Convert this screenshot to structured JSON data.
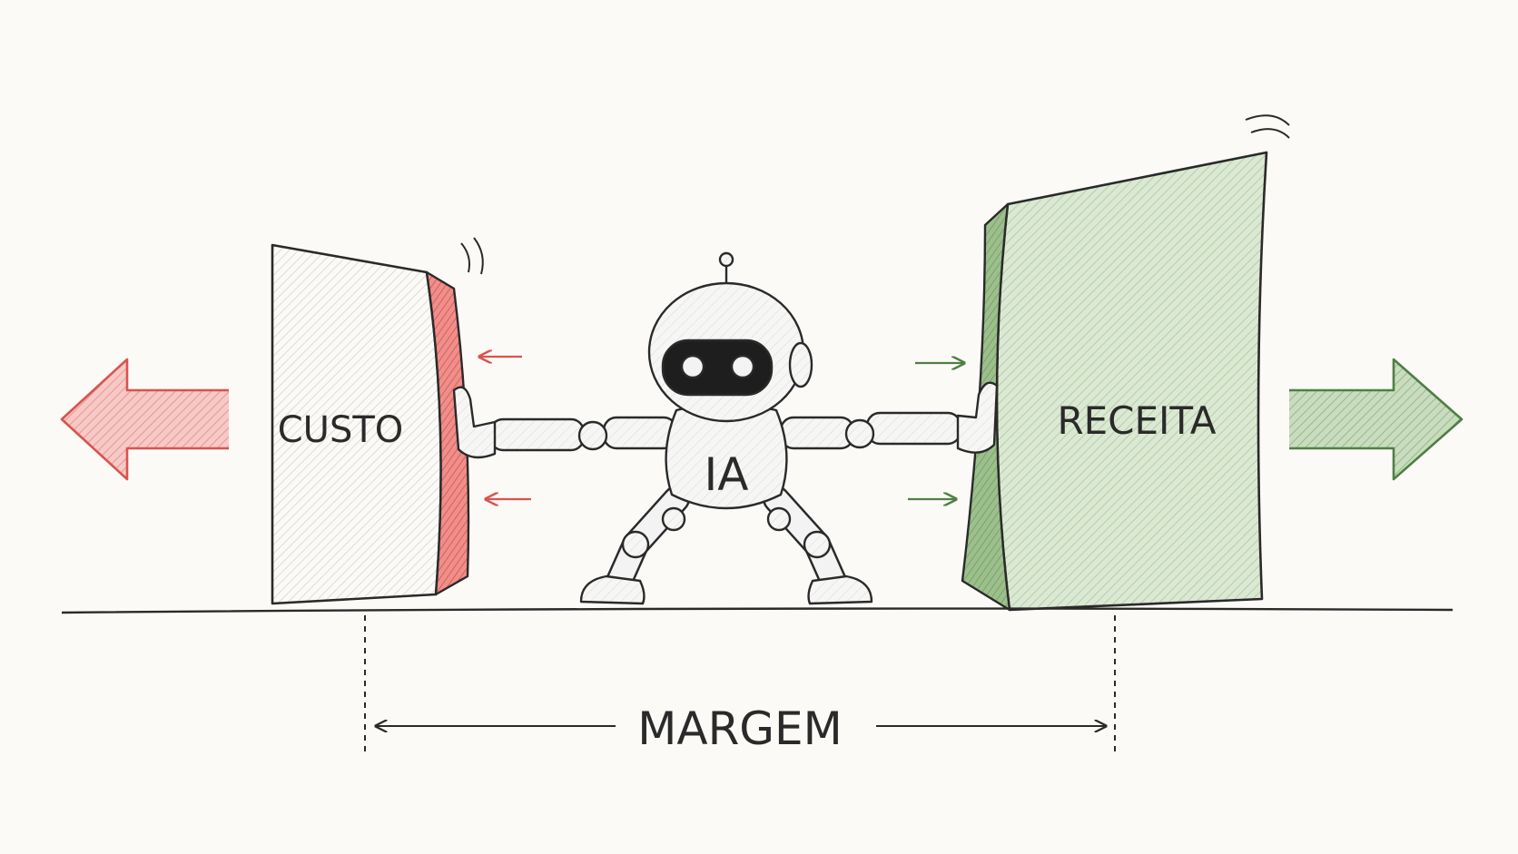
{
  "labels": {
    "cost": "CUSTO",
    "revenue": "RECEITA",
    "robot": "IA",
    "margin": "MARGEM"
  },
  "colors": {
    "ink": "#2a2a2a",
    "background": "#fbfaf7",
    "cost_fill": "#ececea",
    "cost_accent": "#e06a68",
    "revenue_fill": "#cfe0c6",
    "revenue_accent": "#8fb57f",
    "revenue_arrow": "#5a8a4f",
    "robot_fill": "#f3f3f3"
  },
  "icons": {
    "left_arrow": "arrow-left-icon",
    "right_arrow": "arrow-right-icon",
    "margin_arrow": "double-arrow-icon"
  }
}
